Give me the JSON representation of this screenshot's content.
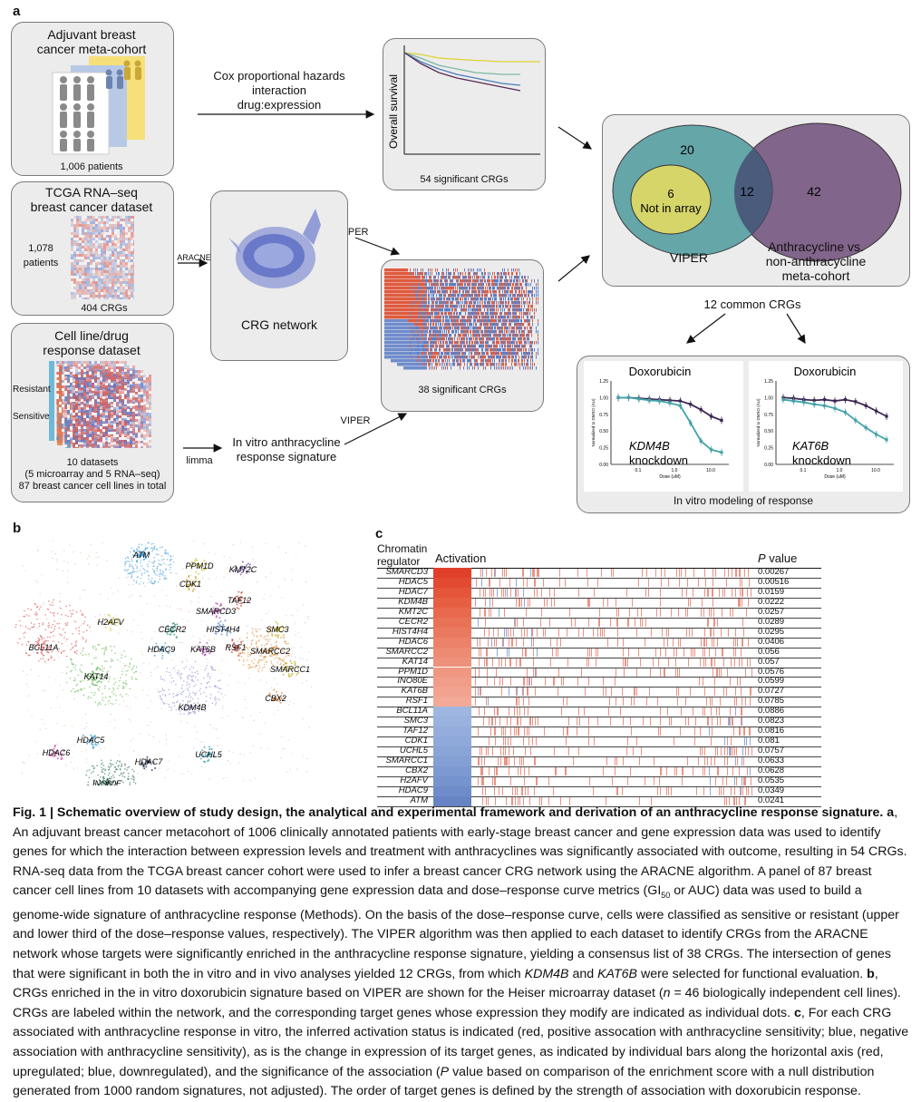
{
  "panel_a": {
    "letter": "a",
    "meta_cohort": {
      "title": "Adjuvant breast cancer meta-cohort",
      "count": "1,006 patients"
    },
    "tcga": {
      "title": "TCGA RNA–seq breast cancer dataset",
      "patients": "1,078 patients",
      "crgs": "404 CRGs"
    },
    "cell_line": {
      "title": "Cell line/drug response dataset",
      "resistant": "Resistant",
      "sensitive": "Sensitive",
      "footer1": "10 datasets",
      "footer2": "(5 microarray and 5 RNA–seq)",
      "footer3": "87 breast cancer cell lines in total"
    },
    "cox": {
      "l1": "Cox proportional hazards",
      "l2": "interaction",
      "l3": "drug:expression"
    },
    "survival": {
      "ylabel": "Overall survival",
      "footer": "54 significant  CRGs"
    },
    "aracne": "ARACNE",
    "network_label": "CRG network",
    "viper1": "VIPER",
    "viper2": "VIPER",
    "limma": "limma",
    "signature_box_label": "38 significant CRGs",
    "in_vitro": {
      "l1": "In vitro anthracycline",
      "l2": "response signature"
    },
    "venn": {
      "left_only": "20",
      "nested_num": "6",
      "nested_text": "Not in array",
      "overlap": "12",
      "right_only": "42",
      "left_label": "VIPER",
      "right_l1": "Anthracycline vs.",
      "right_l2": "non-anthracycline",
      "right_l3": "meta-cohort"
    },
    "common": "12 common CRGs",
    "dose": {
      "title1": "Doxorubicin",
      "title2": "Doxorubicin",
      "gene1": "KDM4B",
      "gene2": "KAT6B",
      "knockdown": "knockdown",
      "ylabel": "Normalized to DMSO (AU)",
      "xlabel": "Dose (uM)",
      "yticks": [
        "1.25",
        "1.00",
        "0.75",
        "0.50",
        "0.25",
        "0.00"
      ],
      "xticks": [
        "0.1",
        "1.0",
        "10.0"
      ],
      "footer": "In vitro modeling of response"
    }
  },
  "panel_b": {
    "letter": "b",
    "nodes": [
      "ATM",
      "PPM1D",
      "KMT2C",
      "CDK1",
      "TAF12",
      "SMARCD3",
      "H2AFV",
      "CECR2",
      "HIST4H4",
      "SMC3",
      "BCL11A",
      "HDAC9",
      "KAT6B",
      "RSF1",
      "SMARCC2",
      "SMARCC1",
      "KAT14",
      "KDM4B",
      "CBX2",
      "HDAC5",
      "HDAC6",
      "HDAC7",
      "UCHL5",
      "INO80E"
    ]
  },
  "panel_c": {
    "letter": "c",
    "header_left1": "Chromatin",
    "header_left2": "regulator",
    "header_activation": "Activation",
    "header_p": "P",
    "header_value": " value",
    "rows": [
      {
        "name": "SMARCD3",
        "p": "0.00267",
        "color": "#e0402a"
      },
      {
        "name": "HDAC5",
        "p": "0.00516",
        "color": "#e24b32"
      },
      {
        "name": "HDAC7",
        "p": "0.0159",
        "color": "#e4553a"
      },
      {
        "name": "KDM4B",
        "p": "0.0222",
        "color": "#e65f43"
      },
      {
        "name": "KMT2C",
        "p": "0.0257",
        "color": "#e8694d"
      },
      {
        "name": "CECR2",
        "p": "0.0289",
        "color": "#e97256"
      },
      {
        "name": "HIST4H4",
        "p": "0.0295",
        "color": "#ea7a5f"
      },
      {
        "name": "HDAC6",
        "p": "0.0406",
        "color": "#ec8268"
      },
      {
        "name": "SMARCC2",
        "p": "0.056",
        "color": "#ed8a72"
      },
      {
        "name": "KAT14",
        "p": "0.057",
        "color": "#ee917a"
      },
      {
        "name": "PPM1D",
        "p": "0.0576",
        "color": "#ef9781"
      },
      {
        "name": "INO80E",
        "p": "0.0599",
        "color": "#f09d89"
      },
      {
        "name": "KAT6B",
        "p": "0.0727",
        "color": "#f1a390"
      },
      {
        "name": "RSF1",
        "p": "0.0785",
        "color": "#f2a996"
      },
      {
        "name": "BCL11A",
        "p": "0.0886",
        "color": "#9fb6e0"
      },
      {
        "name": "SMC3",
        "p": "0.0823",
        "color": "#9ab2de"
      },
      {
        "name": "TAF12",
        "p": "0.0816",
        "color": "#94addc"
      },
      {
        "name": "CDK1",
        "p": "0.081",
        "color": "#8fa9da"
      },
      {
        "name": "UCHL5",
        "p": "0.0757",
        "color": "#89a4d7"
      },
      {
        "name": "SMARCC1",
        "p": "0.0633",
        "color": "#839fd4"
      },
      {
        "name": "CBX2",
        "p": "0.0628",
        "color": "#7c99d1"
      },
      {
        "name": "H2AFV",
        "p": "0.0535",
        "color": "#7593cd"
      },
      {
        "name": "HDAC9",
        "p": "0.0349",
        "color": "#6e8cc9"
      },
      {
        "name": "ATM",
        "p": "0.0241",
        "color": "#6684c4"
      }
    ]
  },
  "caption": {
    "fig": "Fig. 1 | ",
    "title": "Schematic overview of study design, the analytical and experimental framework and derivation of an anthracycline response signature.",
    "a_letter": " a",
    "p1": ", An adjuvant breast cancer metacohort of 1006 clinically annotated patients with early-stage breast cancer and gene expression data was used to identify genes for which the interaction between expression levels and treatment with anthracyclines was significantly associated with outcome, resulting in 54 CRGs. RNA-seq data from the TCGA breast cancer cohort were used to infer a breast cancer CRG network using the ARACNE algorithm. A panel of 87 breast cancer cell lines from 10 datasets with accompanying gene expression data and dose–response curve metrics (GI",
    "gi_sub": "50",
    "p2": " or AUC) data was used to build a genome-wide signature of anthracycline response (Methods). On the basis of the dose–response curve, cells were classified as sensitive or resistant (upper and lower third of the dose–response values, respectively). The VIPER algorithm was then applied to each dataset to identify CRGs from the ARACNE network whose targets were significantly enriched in the anthracycline response signature, yielding a consensus list of 38 CRGs. The intersection of genes that were significant in both the in vitro and in vivo analyses yielded 12 CRGs, from which ",
    "kdm4b": "KDM4B",
    "and": " and ",
    "kat6b": "KAT6B",
    "p3": " were selected for functional evaluation. ",
    "b_letter": "b",
    "p4": ", CRGs enriched in the in vitro doxorubicin signature based on VIPER are shown for the Heiser microarray dataset (",
    "n_var": "n",
    "p5": " = 46 biologically independent cell lines). CRGs are labeled within the network, and the corresponding target genes whose expression they modify are indicated as individual dots. ",
    "c_letter": "c",
    "p6": ", For each CRG associated with anthracycline response in vitro, the inferred activation status is indicated (red, positive assocation with anthracycline sensitivity; blue, negative association with anthracycline sensitivity), as is the change in expression of its target genes, as indicated by individual bars along the horizontal axis (red, upregulated; blue, downregulated), and the significance of the association (",
    "p_var": "P",
    "p7": " value based on comparison of the enrichment score with a null distribution generated from 1000 random signatures, not adjusted). The order of target genes is defined by the strength of association with doxorubicin response."
  }
}
